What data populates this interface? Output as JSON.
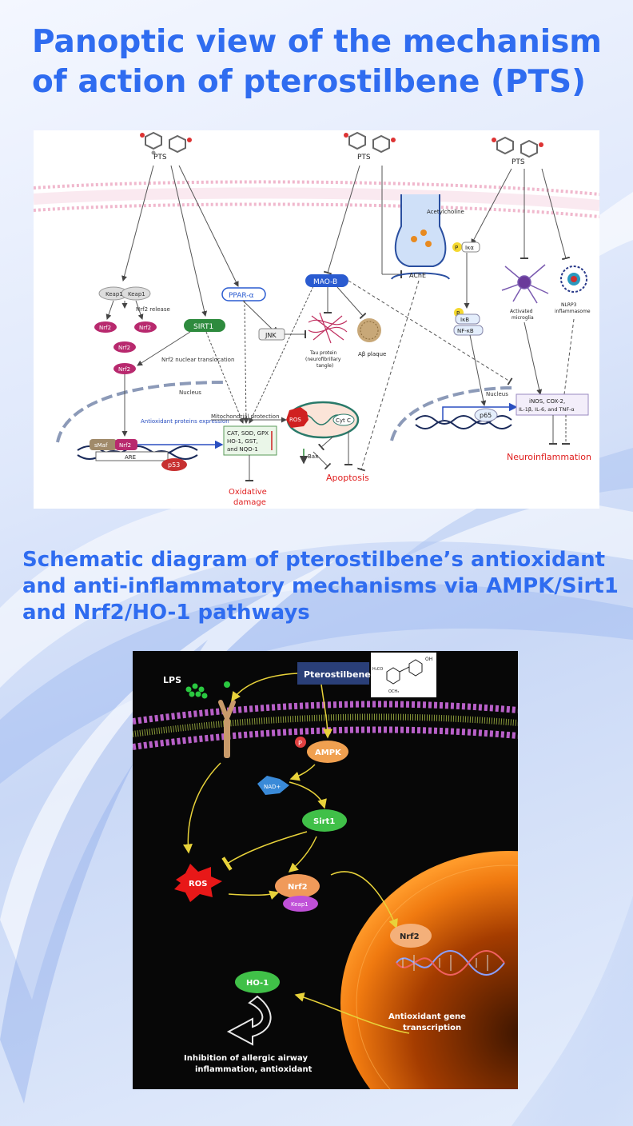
{
  "page": {
    "title": "Panoptic view of the mechanism of action of pterostilbene (PTS)",
    "subtitle": "Schematic diagram of pterostilbene’s antioxidant and anti-inflammatory mechanisms via AMPK/Sirt1 and Nrf2/HO-1 pathways"
  },
  "diagram1": {
    "pts": [
      "PTS",
      "PTS",
      "PTS"
    ],
    "keap1": "Keap1",
    "nrf2_release": "Nrf2 release",
    "nrf2": "Nrf2",
    "nrf2_translocation": "Nrf2 nuclear translocation",
    "nucleus": "Nucleus",
    "antioxidant_expression": "Antioxidant proteins expression",
    "smaf": "sMaf",
    "are": "ARE",
    "p53": "p53",
    "sirt1": "SIRT1",
    "ppar": "PPAR-α",
    "jnk": "JNK",
    "enzymes": [
      "CAT, SOD, GPX",
      "HO-1, GST,",
      "and NQO-1"
    ],
    "oxidative_damage": [
      "Oxidative",
      "damage"
    ],
    "mitochondrial_protection": "Mitochondrial protection",
    "ros": "ROS",
    "cytc": "Cyt C",
    "bax": "Bax",
    "apoptosis": "Apoptosis",
    "maob": "MAO-B",
    "tau": [
      "Tau protein",
      "(neurofibrillary",
      "tangle)"
    ],
    "abeta": "Aβ plaque",
    "acetylcholine": "Acetylcholine",
    "ache": "AChE",
    "p": "P",
    "ikb_alpha": "Iκα",
    "ikb": "IκB",
    "nfkb": "NF-κB",
    "p65": "p65",
    "microglia": [
      "Activated",
      "microglia"
    ],
    "nlrp3": [
      "NLRP3",
      "inflammasome"
    ],
    "cytokines": [
      "iNOS, COX-2,",
      "IL-1β, IL-6, and TNF-α"
    ],
    "neuroinflammation": "Neuroinflammation"
  },
  "diagram2": {
    "lps": "LPS",
    "pterostilbene": "Pterostilbene",
    "struct_labels": [
      "OH",
      "H₃CO",
      "OCH₃"
    ],
    "p": "P",
    "ampk": "AMPK",
    "nad": "NAD+",
    "sirt1": "Sirt1",
    "ros": "ROS",
    "nrf2": "Nrf2",
    "keap1": "Keap1",
    "nrf2_nuclear": "Nrf2",
    "ho1": "HO-1",
    "gene_transcription": [
      "Antioxidant gene",
      "transcription"
    ],
    "outcome": [
      "Inhibition of allergic airway",
      "inflammation, antioxidant"
    ]
  },
  "colors": {
    "title": "#2f6cf0",
    "nrf2_magenta": "#b8296e",
    "sirt1_green": "#2e8b3e",
    "maob_blue": "#2a5bd0",
    "red_label": "#e02020",
    "panel2_bg": "#070707",
    "arrow_yellow": "#e8d23a"
  }
}
